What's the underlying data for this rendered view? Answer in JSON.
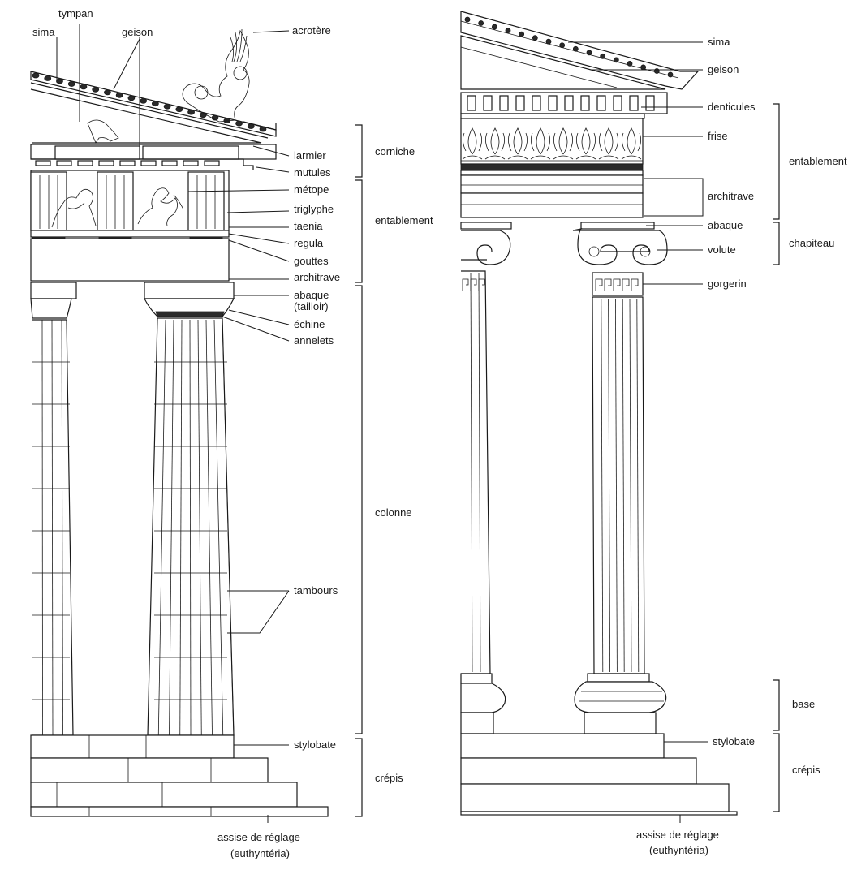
{
  "doric": {
    "labels": {
      "tympan": "tympan",
      "sima": "sima",
      "geison": "geison",
      "acrotere": "acrotère",
      "larmier": "larmier",
      "mutules": "mutules",
      "metope": "métope",
      "triglyphe": "triglyphe",
      "taenia": "taenia",
      "regula": "regula",
      "gouttes": "gouttes",
      "architrave": "architrave",
      "abaque": "abaque",
      "tailloir": "(tailloir)",
      "echine": "échine",
      "annelets": "annelets",
      "tambours": "tambours",
      "stylobate": "stylobate",
      "assise": "assise de réglage",
      "euthynteria": "(euthyntéria)"
    },
    "groups": {
      "corniche": "corniche",
      "entablement": "entablement",
      "colonne": "colonne",
      "crepis": "crépis"
    }
  },
  "ionic": {
    "labels": {
      "sima": "sima",
      "geison": "geison",
      "denticules": "denticules",
      "frise": "frise",
      "architrave": "architrave",
      "abaque": "abaque",
      "volute": "volute",
      "gorgerin": "gorgerin",
      "stylobate": "stylobate",
      "assise": "assise de réglage",
      "euthynteria": "(euthyntéria)"
    },
    "groups": {
      "entablement": "entablement",
      "chapiteau": "chapiteau",
      "base": "base",
      "crepis": "crépis"
    }
  }
}
